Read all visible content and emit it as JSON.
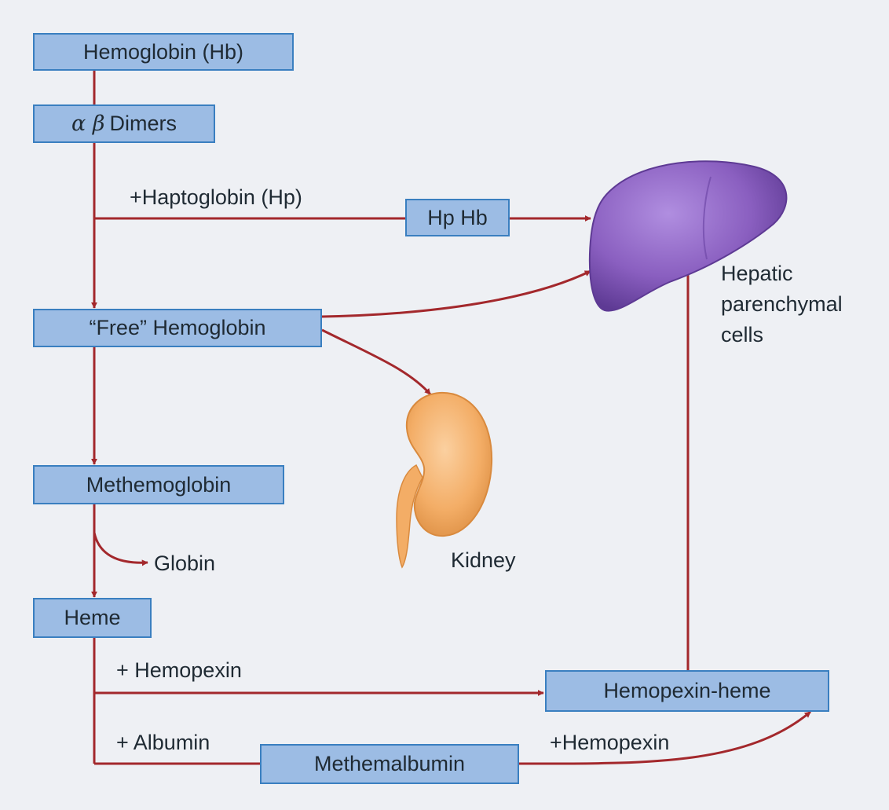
{
  "colors": {
    "background": "#eef0f4",
    "box_fill": "#9cbce4",
    "box_border": "#3a7fc0",
    "arrow": "#a3282c",
    "liver": "#8a5fc0",
    "kidney": "#f3ad66"
  },
  "nodes": {
    "hemoglobin": "Hemoglobin (Hb)",
    "dimers_greek": "α β",
    "dimers_text": "Dimers",
    "hp_hb": "Hp Hb",
    "free_hemoglobin": "“Free” Hemoglobin",
    "methemoglobin": "Methemoglobin",
    "heme": "Heme",
    "hemopexin_heme": "Hemopexin-heme",
    "methemalbumin": "Methemalbumin"
  },
  "labels": {
    "haptoglobin": "+Haptoglobin (Hp)",
    "globin": "Globin",
    "hemopexin": "+ Hemopexin",
    "albumin": "+ Albumin",
    "hemopexin2": "+Hemopexin",
    "kidney": "Kidney",
    "hepatic_1": "Hepatic",
    "hepatic_2": "parenchymal",
    "hepatic_3": "cells"
  },
  "icons": [
    "liver-icon",
    "kidney-icon"
  ]
}
